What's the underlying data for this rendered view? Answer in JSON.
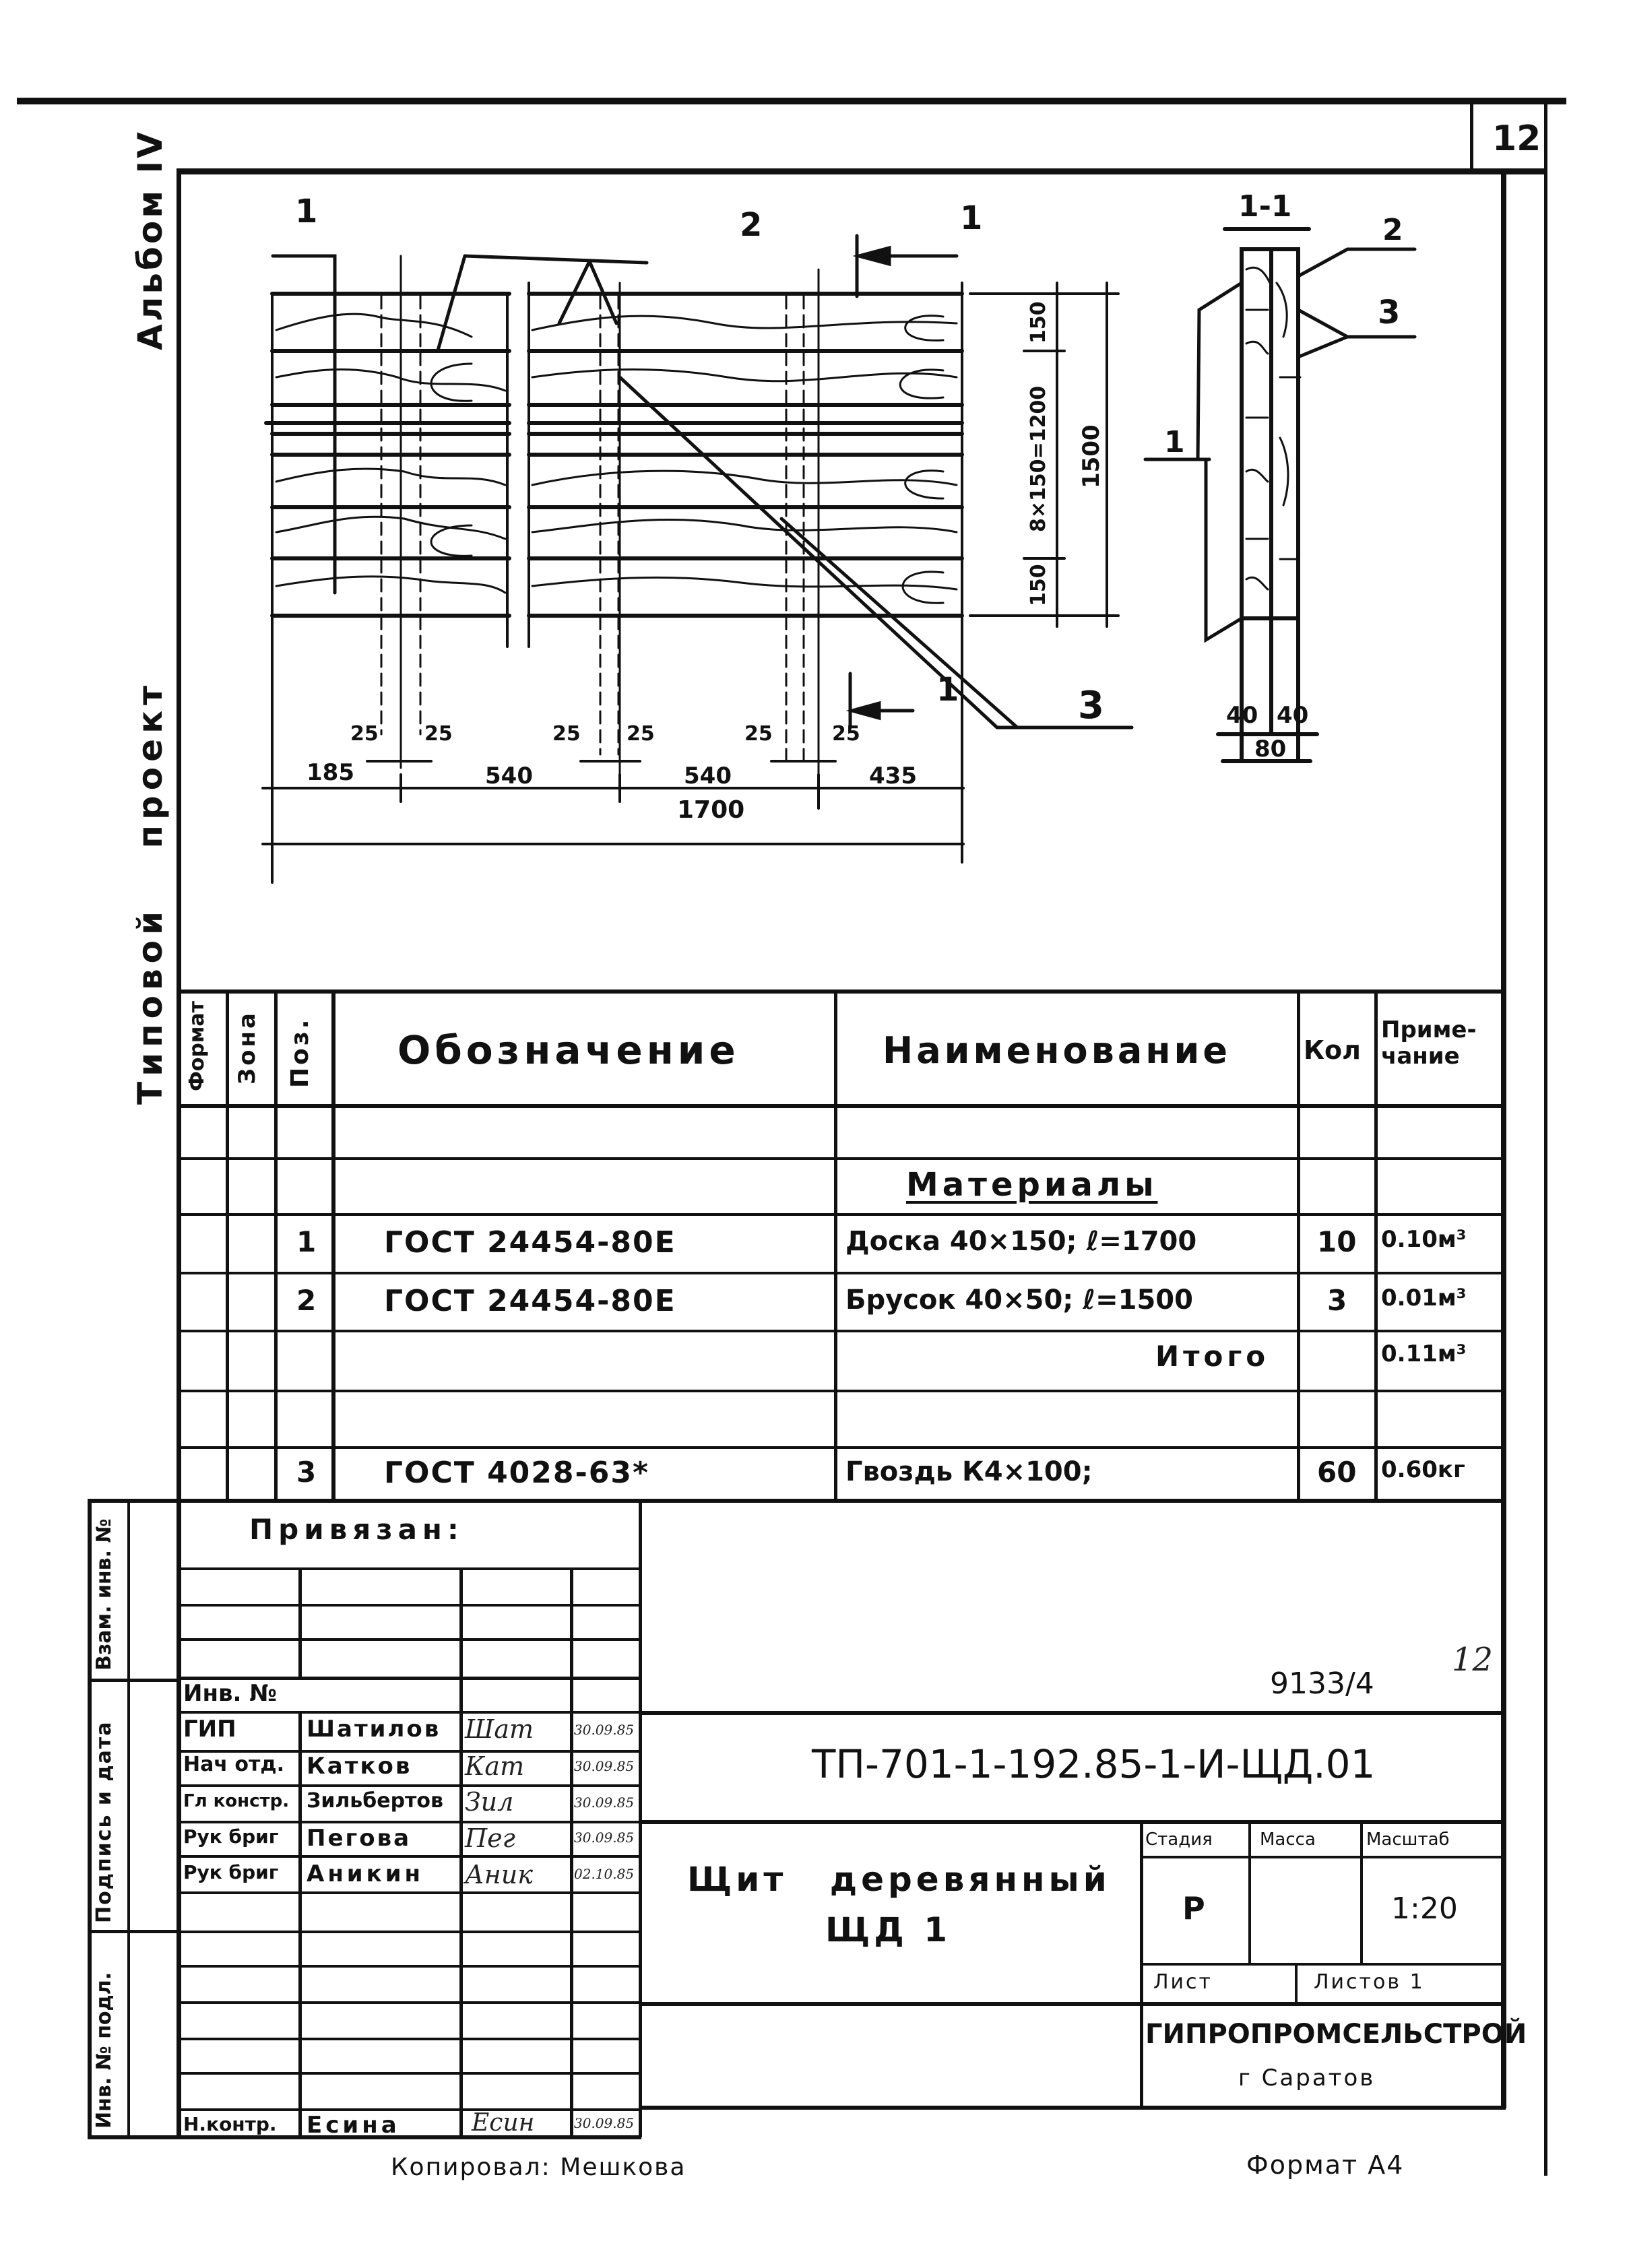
{
  "sheet": {
    "page_number": "12",
    "side_label_top": "Альбом IV",
    "side_label_bottom": "Типовой проект"
  },
  "drawing": {
    "callouts": {
      "pos1": "1",
      "pos2": "2",
      "pos3": "3",
      "section_mark": "1",
      "section_title": "1-1"
    },
    "dimensions": {
      "right_top": "150",
      "right_middle": "8×150=1200",
      "right_bottom": "150",
      "right_total": "1500",
      "bottom_chain": [
        "185",
        "540",
        "540",
        "435"
      ],
      "bottom_small": [
        "25",
        "25",
        "25",
        "25",
        "25",
        "25"
      ],
      "bottom_total": "1700",
      "section_widths": [
        "40",
        "40"
      ],
      "section_total": "80"
    }
  },
  "spec_table": {
    "headers": {
      "format": "Формат",
      "zone": "Зона",
      "pos": "Поз.",
      "designation": "Обозначение",
      "name": "Наименование",
      "qty": "Кол",
      "note": "Приме-чание"
    },
    "section_title": "Материалы",
    "rows": [
      {
        "format": "",
        "zone": "",
        "pos": "",
        "designation": "",
        "name": "",
        "qty": "",
        "note": ""
      },
      {
        "format": "",
        "zone": "",
        "pos": "",
        "designation": "",
        "name": "Материалы",
        "qty": "",
        "note": ""
      },
      {
        "format": "",
        "zone": "",
        "pos": "1",
        "designation": "ГОСТ 24454-80Е",
        "name": "Доска 40×150; ℓ=1700",
        "qty": "10",
        "note": "0.10м³"
      },
      {
        "format": "",
        "zone": "",
        "pos": "2",
        "designation": "ГОСТ 24454-80Е",
        "name": "Брусок 40×50; ℓ=1500",
        "qty": "3",
        "note": "0.01м³"
      },
      {
        "format": "",
        "zone": "",
        "pos": "",
        "designation": "",
        "name": "Итого",
        "qty": "",
        "note": "0.11м³"
      },
      {
        "format": "",
        "zone": "",
        "pos": "",
        "designation": "",
        "name": "",
        "qty": "",
        "note": ""
      },
      {
        "format": "",
        "zone": "",
        "pos": "3",
        "designation": "ГОСТ 4028-63*",
        "name": "Гвоздь К4×100;",
        "qty": "60",
        "note": "0.60кг"
      }
    ]
  },
  "side_stamp": {
    "labels": [
      "Взам. инв. №",
      "Подпись и дата",
      "Инв. № подл."
    ]
  },
  "approval_block": {
    "bound_label": "Привязан:",
    "inv_label": "Инв. №",
    "rows": [
      {
        "role": "ГИП",
        "name": "Шатилов",
        "signature": "Шат",
        "date": "30.09.85"
      },
      {
        "role": "Нач отд.",
        "name": "Катков",
        "signature": "Кат",
        "date": "30.09.85"
      },
      {
        "role": "Гл констр.",
        "name": "Зильбертов",
        "signature": "Зил",
        "date": "30.09.85"
      },
      {
        "role": "Рук бриг",
        "name": "Пегова",
        "signature": "Пег",
        "date": "30.09.85"
      },
      {
        "role": "Рук бриг",
        "name": "Аникин",
        "signature": "Аник",
        "date": "02.10.85"
      }
    ],
    "norm_control": {
      "role": "Н.контр.",
      "name": "Есина",
      "signature": "Есин",
      "date": "30.09.85"
    }
  },
  "title_block": {
    "archive_number": "9133/4",
    "archive_sheet": "12",
    "document_code": "ТП-701-1-192.85-1-И-ЩД.01",
    "title_line1": "Щит деревянный",
    "title_line2": "ЩД 1",
    "stage_label": "Стадия",
    "mass_label": "Масса",
    "scale_label": "Масштаб",
    "stage_value": "Р",
    "mass_value": "",
    "scale_value": "1:20",
    "sheet_label": "Лист",
    "sheets_label": "Листов 1",
    "organization": "ГИПРОПРОМСЕЛЬСТРОЙ",
    "city": "г Саратов"
  },
  "footer": {
    "copied_by": "Копировал: Мешкова",
    "format": "Формат А4"
  }
}
